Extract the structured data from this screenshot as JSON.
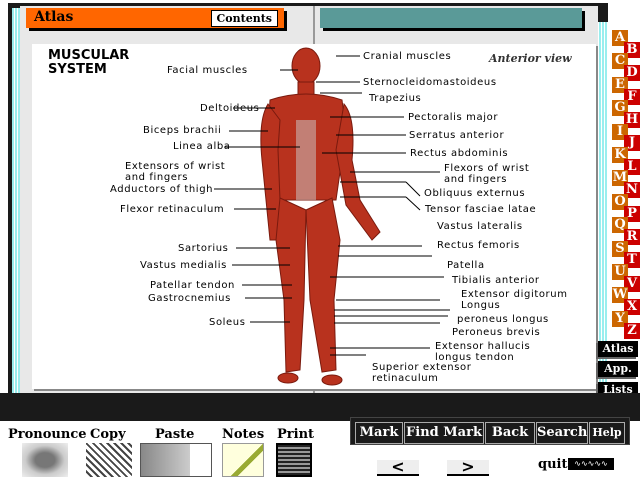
{
  "header": {
    "title": "Atlas",
    "contents_button": "Contents"
  },
  "panel": {
    "heading_line1": "MUSCULAR",
    "heading_line2": "SYSTEM",
    "view": "Anterior view",
    "left_labels": [
      "Facial muscles",
      "Deltoideus",
      "Biceps brachii",
      "Linea alba",
      "Extensors of wrist\nand fingers",
      "Adductors of thigh",
      "Flexor retinaculum",
      "Sartorius",
      "Vastus medialis",
      "Patellar tendon",
      "Gastrocnemius",
      "Soleus"
    ],
    "right_labels": [
      "Cranial muscles",
      "Sternocleidomastoideus",
      "Trapezius",
      "Pectoralis major",
      "Serratus anterior",
      "Rectus abdominis",
      "Flexors of wrist\nand fingers",
      "Obliquus externus",
      "Tensor fasciae latae",
      "Vastus lateralis",
      "Rectus femoris",
      "Patella",
      "Tibialis anterior",
      "Extensor digitorum\nLongus",
      "peroneus longus",
      "Peroneus brevis",
      "Extensor hallucis\nlongus tendon",
      "Superior extensor\nretinaculum"
    ]
  },
  "index_tabs": [
    "A",
    "B",
    "C",
    "D",
    "E",
    "F",
    "G",
    "H",
    "I",
    "J",
    "K",
    "L",
    "M",
    "N",
    "O",
    "P",
    "Q",
    "R",
    "S",
    "T",
    "U",
    "V",
    "W",
    "X",
    "Y",
    "Z"
  ],
  "side_nav": [
    "Atlas",
    "App.",
    "Lists"
  ],
  "commands": [
    "Mark",
    "Find Mark",
    "Back",
    "Search",
    "Help"
  ],
  "tools": [
    "Pronounce",
    "Copy",
    "Paste",
    "Notes",
    "Print"
  ],
  "nav": {
    "prev": "<",
    "next": ">",
    "quit": "quit"
  },
  "colors": {
    "title_bar": "#ff6600",
    "teal_bar": "#5a9a98",
    "tab_orange": "#cc6600",
    "tab_red": "#cc0000",
    "muscle": "#b8321e"
  }
}
